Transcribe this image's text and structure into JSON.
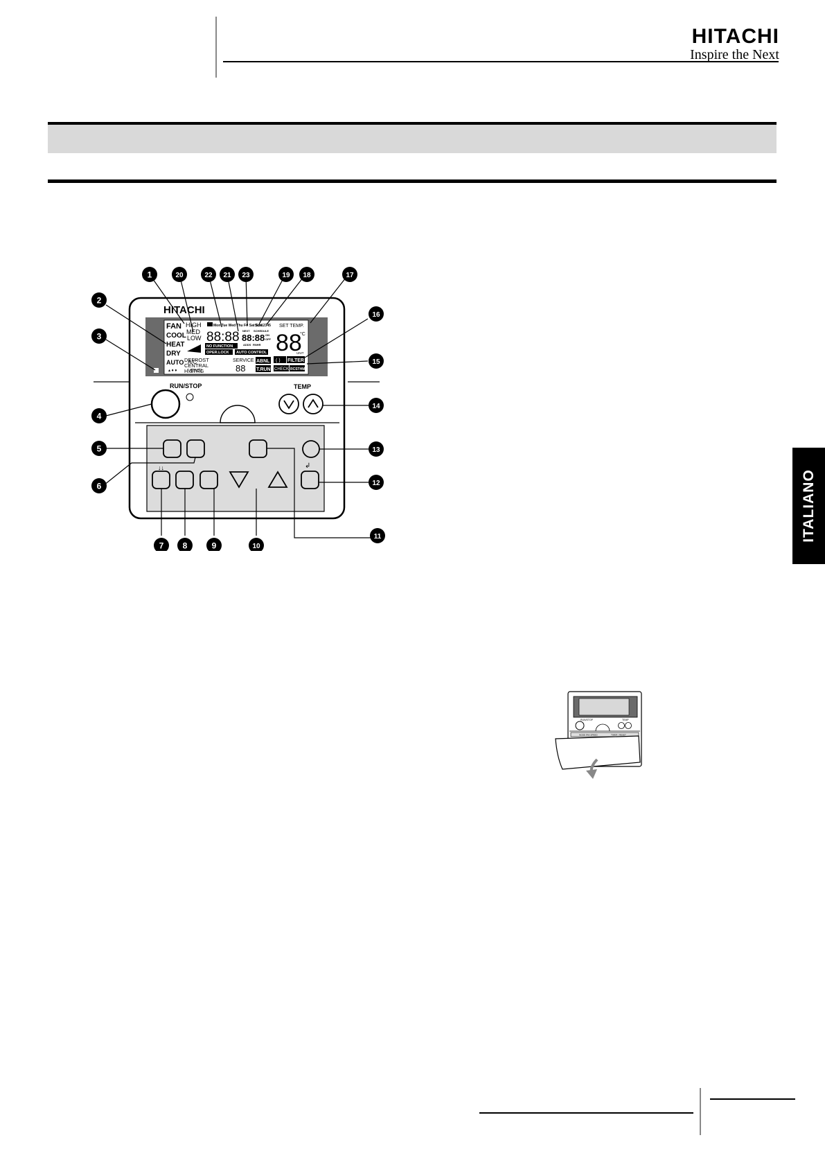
{
  "header": {
    "brand_name": "HITACHI",
    "brand_tagline": "Inspire the Next"
  },
  "side_tab": {
    "language": "ITALIANO"
  },
  "remote": {
    "brand": "HITACHI",
    "modes": [
      "FAN",
      "COOL",
      "HEAT",
      "DRY",
      "AUTO"
    ],
    "fan_speeds": [
      "HIGH",
      "MED",
      "LOW"
    ],
    "days": "Mon Tue Wed Thu Fri Sat Sun",
    "sch": "Sch",
    "sch_numbers": "12345",
    "clock_digits": "88:88",
    "timer_digits": "88:88",
    "next": "NEXT",
    "schedule": "SCHEDULE",
    "addr": "ADDS",
    "rnhr": "RNHR",
    "on": "ON",
    "off": "OFF",
    "no_function": "NO FUNCTION",
    "oper_lock": "OPER.LOCK",
    "auto_control": "AUTO CONTROL",
    "set_temp": "SET TEMP.",
    "temp_digits": "88",
    "deg_c": "°C",
    "unit": "UNIT",
    "ac": "A/C",
    "venti": "VENTI",
    "defrost": "DEFROST",
    "central": "CENTRAL",
    "h_strg": "H.STRG",
    "service": "SERVICE",
    "service_digits": "88",
    "abnl": "ABNL",
    "t_run": "T.RUN",
    "check": "CHECK",
    "filter": "FILTER",
    "rcsthm": "RCSTHM",
    "run_stop": "RUN/STOP",
    "temp": "TEMP"
  },
  "callouts": [
    "1",
    "2",
    "3",
    "4",
    "5",
    "6",
    "7",
    "8",
    "9",
    "10",
    "11",
    "12",
    "13",
    "14",
    "15",
    "16",
    "17",
    "18",
    "19",
    "20",
    "21",
    "22",
    "23"
  ],
  "small_remote": {
    "run_stop": "RUN/STOP",
    "temp": "TEMP",
    "label_left": "MODE FAN SPEED",
    "label_mid": "TIMER / RESET"
  },
  "colors": {
    "lcd": "#6b6b6b",
    "panel": "#dcdcdc",
    "header_band": "#d9d9d9"
  }
}
